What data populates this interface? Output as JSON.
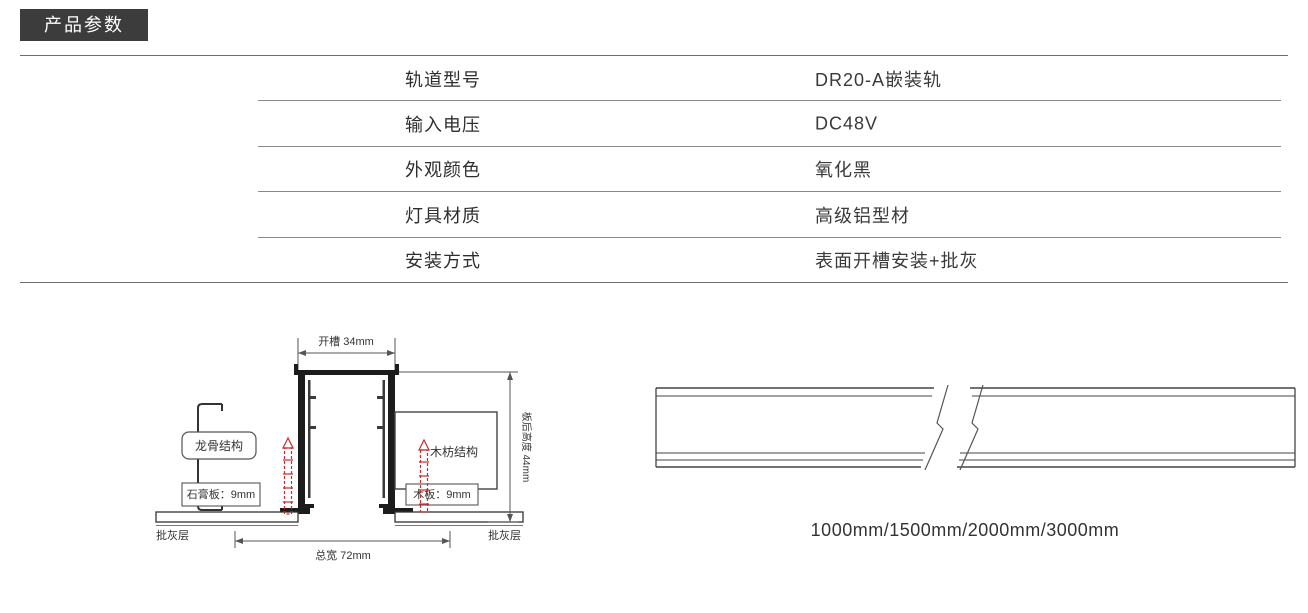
{
  "header": {
    "title": "产品参数"
  },
  "spec_table": {
    "rows": [
      {
        "label": "轨道型号",
        "value": "DR20-A嵌装轨"
      },
      {
        "label": "输入电压",
        "value": "DC48V"
      },
      {
        "label": "外观颜色",
        "value": "氧化黑"
      },
      {
        "label": "灯具材质",
        "value": "高级铝型材"
      },
      {
        "label": "安装方式",
        "value": "表面开槽安装+批灰"
      }
    ]
  },
  "cross_section_diagram": {
    "slot_width_label": "开槽 34mm",
    "keel_structure_label": "龙骨结构",
    "wood_batten_label": "木枋结构",
    "gypsum_board_label": "石膏板：9mm",
    "wood_board_label": "木板：9mm",
    "putty_layer_left_label": "批灰层",
    "putty_layer_right_label": "批灰层",
    "total_width_label": "总宽 72mm",
    "rear_height_label": "板后高度 44mm"
  },
  "length_diagram": {
    "lengths_label": "1000mm/1500mm/2000mm/3000mm"
  },
  "colors": {
    "badge_bg": "#3c3c3c",
    "rule_gray": "#8a8a8a",
    "screw_red": "#cc2a2a"
  }
}
